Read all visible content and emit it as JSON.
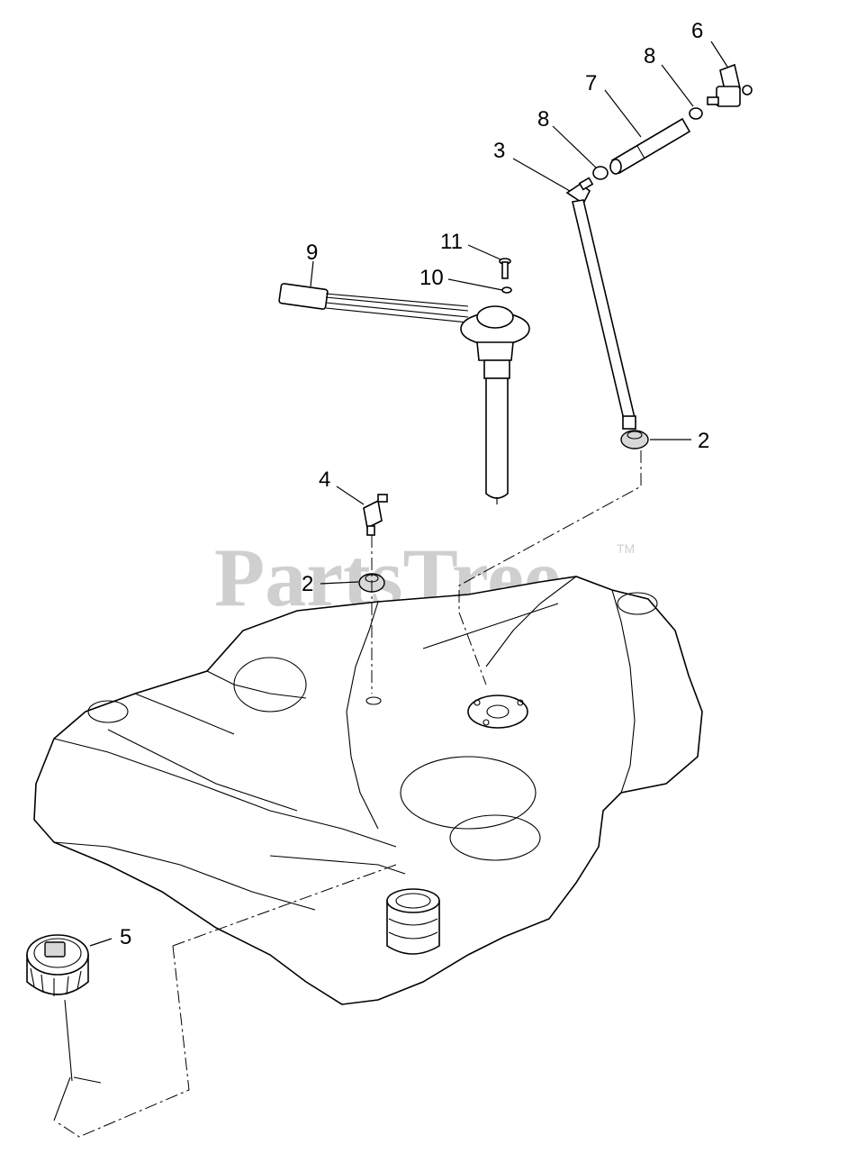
{
  "watermark": {
    "text": "PartsTree",
    "trademark": "TM"
  },
  "callouts": [
    {
      "id": "c6",
      "label": "6"
    },
    {
      "id": "c8a",
      "label": "8"
    },
    {
      "id": "c7",
      "label": "7"
    },
    {
      "id": "c8b",
      "label": "8"
    },
    {
      "id": "c3",
      "label": "3"
    },
    {
      "id": "c11",
      "label": "11"
    },
    {
      "id": "c9",
      "label": "9"
    },
    {
      "id": "c10",
      "label": "10"
    },
    {
      "id": "c2a",
      "label": "2"
    },
    {
      "id": "c4",
      "label": "4"
    },
    {
      "id": "c2b",
      "label": "2"
    },
    {
      "id": "c5",
      "label": "5"
    }
  ],
  "colors": {
    "line": "#000000",
    "watermark": "#cfcfcf",
    "background": "#ffffff"
  }
}
